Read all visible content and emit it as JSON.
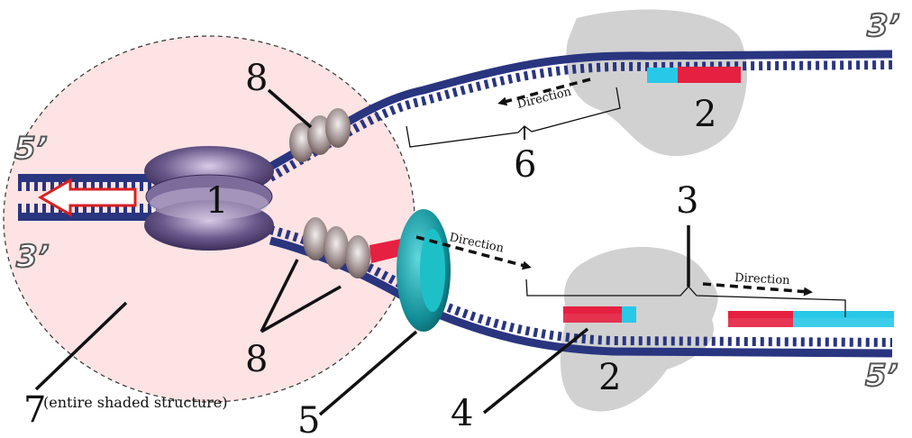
{
  "labels": {
    "helicase": "1",
    "polymerase_top": "2",
    "polymerase_bottom": "2",
    "okazaki": "3",
    "primer": "4",
    "clamp": "5",
    "leading": "6",
    "replisome": "7",
    "replisome_note": "(entire shaded structure)",
    "ssb_top": "8",
    "ssb_bottom": "8"
  },
  "direction_texts": {
    "top": "Direction",
    "middle": "Direction",
    "right": "Direction"
  },
  "strand_ends": {
    "left_top": "5’",
    "left_bottom": "3’",
    "right_top": "3’",
    "right_bottom": "5’"
  },
  "colors": {
    "dna": "#2a3580",
    "primer": "#e62040",
    "new_strand": "#28c8e8",
    "helicase": "#5a4a7a",
    "clamp": "#17a0a8",
    "polymerase": "#cfcfcf",
    "shade": "#fde3e3"
  }
}
